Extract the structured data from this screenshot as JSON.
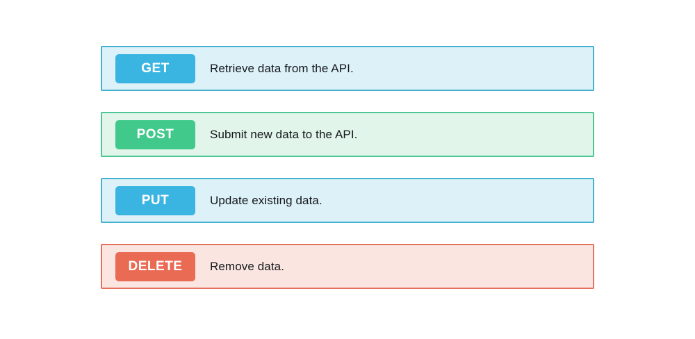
{
  "page": {
    "background_color": "#ffffff",
    "text_color": "#14181b",
    "badge_text_color": "#ffffff"
  },
  "rows": [
    {
      "method": "GET",
      "description": "Retrieve data from the API.",
      "badge_color": "#3ab5e2",
      "row_bg": "#ddf1f9",
      "border_color": "#44b1ce"
    },
    {
      "method": "POST",
      "description": "Submit new data to the API.",
      "badge_color": "#41c98b",
      "row_bg": "#e1f5eb",
      "border_color": "#4cc794"
    },
    {
      "method": "PUT",
      "description": "Update existing data.",
      "badge_color": "#3ab5e2",
      "row_bg": "#ddf1f9",
      "border_color": "#44b1ce"
    },
    {
      "method": "DELETE",
      "description": "Remove data.",
      "badge_color": "#e96b54",
      "row_bg": "#fbe5e1",
      "border_color": "#e4705e"
    }
  ]
}
